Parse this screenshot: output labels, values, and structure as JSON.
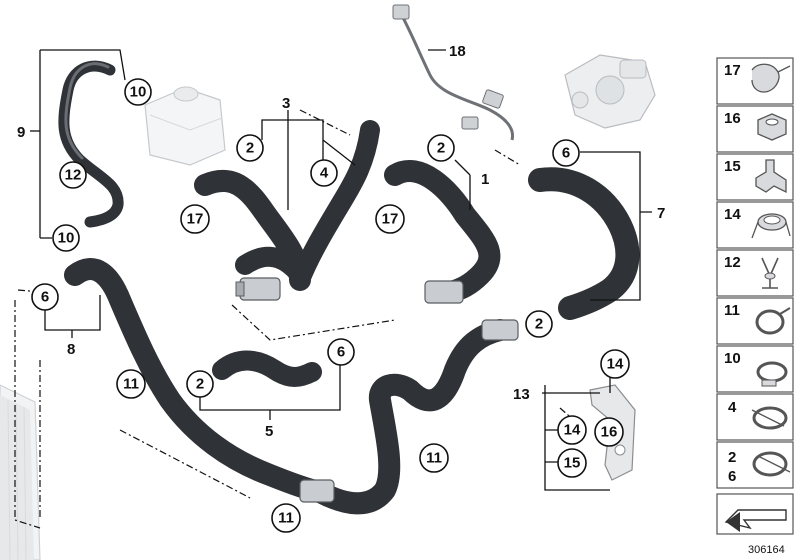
{
  "callouts": {
    "c10a": "10",
    "c10b": "10",
    "c12": "12",
    "c2a": "2",
    "c4": "4",
    "c17a": "17",
    "c2b": "2",
    "c17b": "17",
    "c6a": "6",
    "c6b": "6",
    "c11a": "11",
    "c2c": "2",
    "c6c": "6",
    "c2d": "2",
    "c11b": "11",
    "c11c": "11",
    "c14a": "14",
    "c14b": "14",
    "c16": "16",
    "c15": "15"
  },
  "labels": {
    "l9": "9",
    "l3": "3",
    "l18": "18",
    "l1": "1",
    "l7": "7",
    "l8": "8",
    "l5": "5",
    "l13": "13"
  },
  "legend": [
    {
      "num": "17",
      "icon": "hose-clip-icon"
    },
    {
      "num": "16",
      "icon": "nut-icon"
    },
    {
      "num": "15",
      "icon": "bracket-clip-icon"
    },
    {
      "num": "14",
      "icon": "cable-holder-icon"
    },
    {
      "num": "12",
      "icon": "clip-icon"
    },
    {
      "num": "11",
      "icon": "hose-clamp-icon"
    },
    {
      "num": "10",
      "icon": "hose-clamp-icon"
    },
    {
      "num": "4",
      "icon": "worm-clamp-icon"
    },
    {
      "num": "2\n6",
      "icon": "spring-clamp-icon"
    },
    {
      "num": "",
      "icon": "arrow-icon"
    }
  ],
  "doc_id": "306164",
  "colors": {
    "hose": "#2f3236",
    "line": "#111111",
    "legend_border": "#555555"
  }
}
